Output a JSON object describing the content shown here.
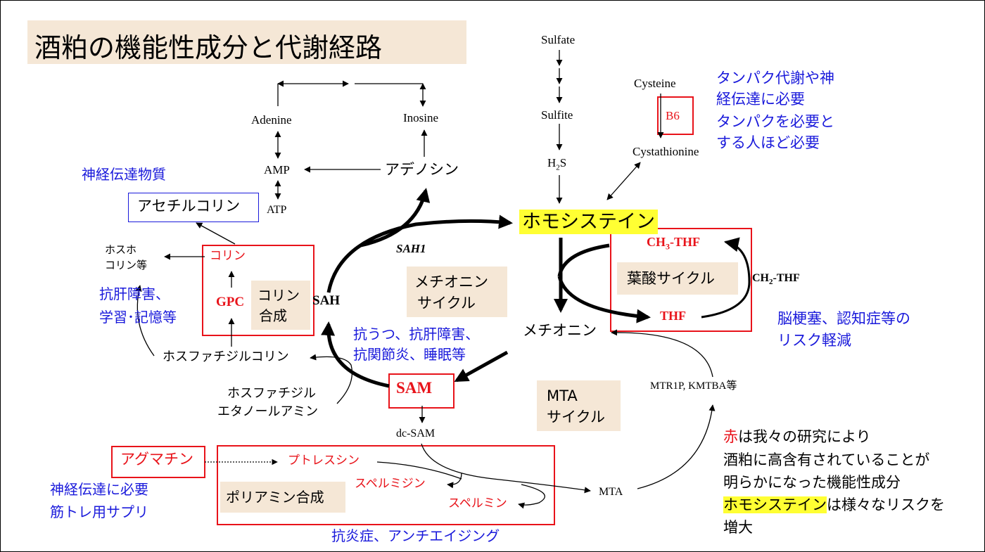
{
  "title": "酒粕の機能性成分と代謝経路",
  "nodes": {
    "sulfate": "Sulfate",
    "sulfite": "Sulfite",
    "h2s": "H",
    "h2s_sub": "2",
    "h2s_end": "S",
    "cysteine": "Cysteine",
    "b6": "B6",
    "cystathionine": "Cystathionine",
    "adenine": "Adenine",
    "inosine": "Inosine",
    "amp": "AMP",
    "atp": "ATP",
    "adenosine": "アデノシン",
    "homocysteine": "ホモシステイン",
    "ch3thf_a": "CH",
    "ch3thf_sub": "3",
    "ch3thf_b": "-THF",
    "ch2thf_a": "CH",
    "ch2thf_sub": "2",
    "ch2thf_b": "-THF",
    "thf": "THF",
    "folate_cycle": "葉酸サイクル",
    "methionine": "メチオニン",
    "sah": "SAH",
    "sah1": "SAH1",
    "methionine_cycle_1": "メチオニン",
    "methionine_cycle_2": "サイクル",
    "sam": "SAM",
    "dcsam": "dc-SAM",
    "mta_cycle_1": "MTA",
    "mta_cycle_2": "サイクル",
    "mtr1p": "MTR1P, KMTBA等",
    "mta": "MTA",
    "acetylcholine": "アセチルコリン",
    "choline": "コリン",
    "gpc": "GPC",
    "choline_syn_1": "コリン",
    "choline_syn_2": "合成",
    "phosphocholine_1": "ホスホ",
    "phosphocholine_2": "コリン等",
    "phosphatidylcholine": "ホスファチジルコリン",
    "pe_1": "ホスファチジル",
    "pe_2": "エタノールアミン",
    "agmatine": "アグマチン",
    "putrescine": "プトレスシン",
    "spermidine": "スペルミジン",
    "spermine": "スペルミン",
    "polyamine": "ポリアミン合成"
  },
  "notes": {
    "neurotransmitter": "神経伝達物質",
    "liver_1": "抗肝障害、",
    "liver_2": "学習･記憶等",
    "protein_1": "タンパク代謝や神",
    "protein_2": "経伝達に必要",
    "protein_3": "タンパクを必要と",
    "protein_4": "する人ほど必要",
    "stroke_1": "脳梗塞、認知症等の",
    "stroke_2": "リスク軽減",
    "sam_1": "抗うつ、抗肝障害、",
    "sam_2": "抗関節炎、睡眠等",
    "agm_1": "神経伝達に必要",
    "agm_2": "筋トレ用サプリ",
    "poly": "抗炎症、アンチエイジング"
  },
  "legend": {
    "red_word": "赤",
    "line1_rest": "は我々の研究により",
    "line2": "酒粕に高含有されていることが",
    "line3": "明らかになった機能性成分",
    "hc_word": "ホモシステイン",
    "line4_rest": "は様々なリスクを",
    "line5": "増大"
  },
  "colors": {
    "blue": "#1a1adb",
    "red": "#e8131a",
    "beige": "#f5e7d6",
    "highlight": "#ffff33"
  }
}
